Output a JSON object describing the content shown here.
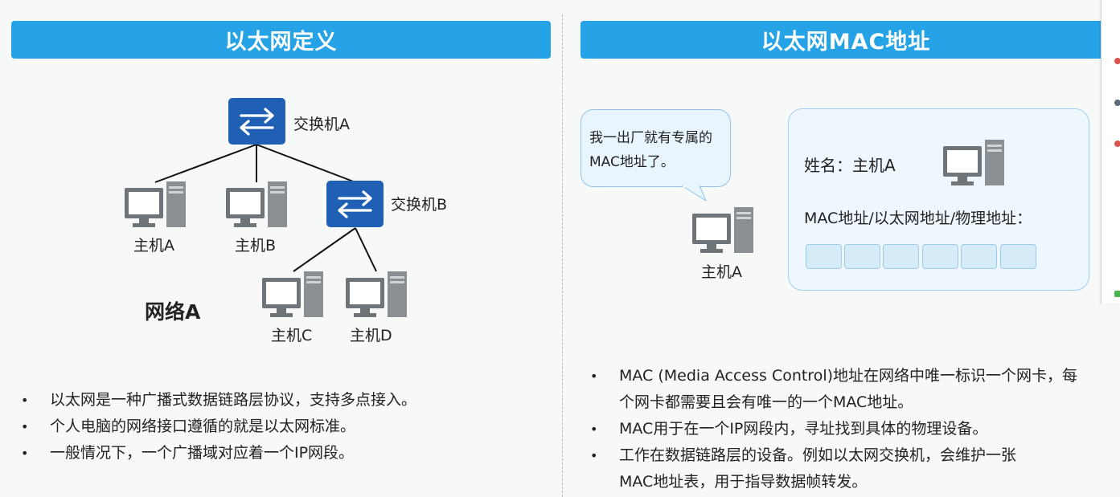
{
  "left": {
    "title": "以太网定义",
    "nodes": {
      "switch_a": "交换机A",
      "switch_b": "交换机B",
      "host_a": "主机A",
      "host_b": "主机B",
      "host_c": "主机C",
      "host_d": "主机D"
    },
    "network_label": "网络A",
    "icons": {
      "switch": "network-switch-icon",
      "host": "desktop-computer-icon"
    },
    "bullets": [
      "以太网是一种广播式数据链路层协议，支持多点接入。",
      "个人电脑的网络接口遵循的就是以太网标准。",
      "一般情况下，一个广播域对应着一个IP网段。"
    ]
  },
  "right": {
    "title": "以太网MAC地址",
    "bubble_line1": "我一出厂就有专属的",
    "bubble_line2": "MAC地址了。",
    "host_label": "主机A",
    "name_label": "姓名：主机A",
    "mac_label": "MAC地址/以太网地址/物理地址：",
    "mac_cells": [
      "",
      "",
      "",
      "",
      "",
      ""
    ],
    "bullets": [
      [
        "MAC (Media Access Control)地址在网络中唯一标识一个网卡，每",
        "个网卡都需要且会有唯一的一个MAC地址。"
      ],
      [
        "MAC用于在一个IP网段内，寻址找到具体的物理设备。"
      ],
      [
        "工作在数据链路层的设备。例如以太网交换机，会维护一张",
        "MAC地址表，用于指导数据帧转发。"
      ]
    ]
  },
  "colors": {
    "header_bg": "#26a2e6",
    "switch_blue": "#1f5fb4",
    "panel_bg": "#eef7fe",
    "panel_border": "#9fcdee"
  }
}
